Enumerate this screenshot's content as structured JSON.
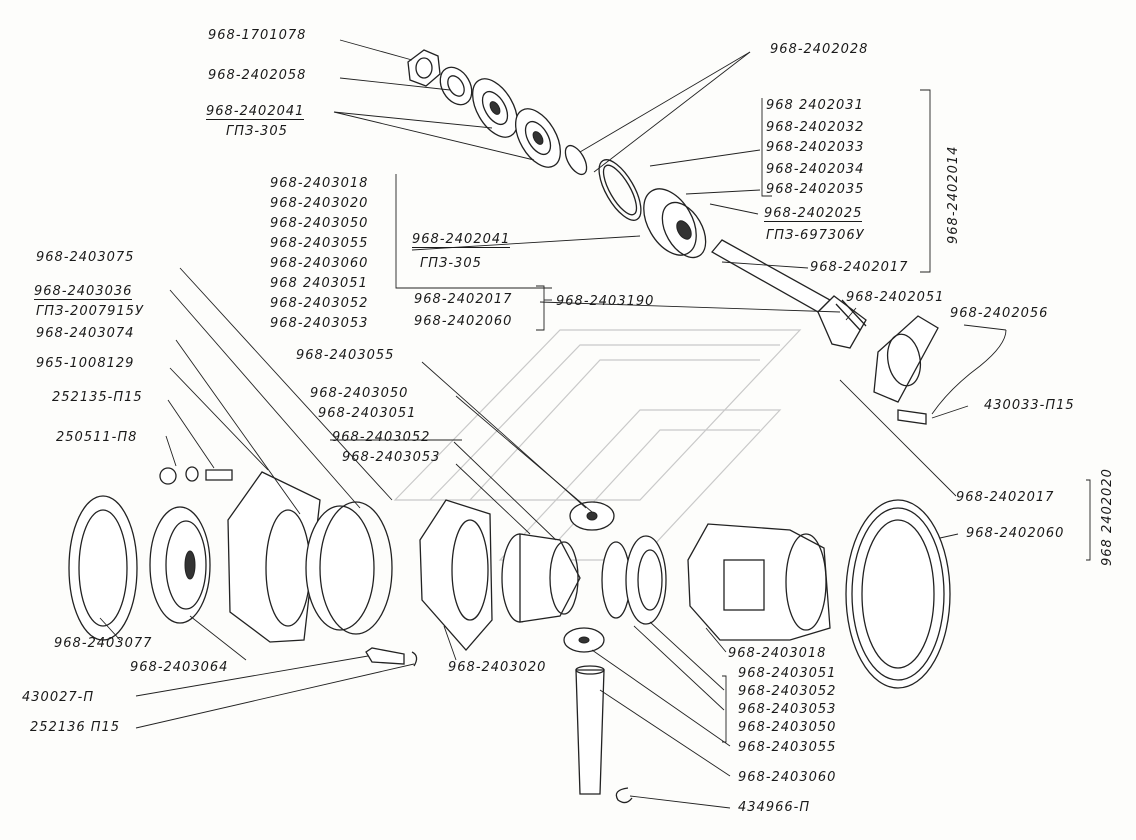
{
  "labels": {
    "l1701078": "968-1701078",
    "l2402058": "968-2402058",
    "l2402041a": "968-2402041",
    "lGPZ305a": "ГПЗ-305",
    "l2402028": "968-2402028",
    "g2402031": "968 2402031",
    "g2402032": "968-2402032",
    "g2402033": "968-2402033",
    "g2402034": "968-2402034",
    "g2402035": "968-2402035",
    "g2402025": "968-2402025",
    "gGPZ697306": "ГПЗ-697306У",
    "g2402017top": "968-2402017",
    "v2402014": "968-2402014",
    "s2403018": "968-2403018",
    "s2403020": "968-2403020",
    "s2403050": "968-2403050",
    "s2403055": "968-2403055",
    "s2403060": "968-2403060",
    "s2403051": "968 2403051",
    "s2403052": "968-2403052",
    "s2403053": "968-2403053",
    "l2402041b": "968-2402041",
    "lGPZ305b": "ГПЗ-305",
    "b2402017": "968-2402017",
    "b2402060": "968-2402060",
    "b2403190": "968-2403190",
    "l2402051": "968-2402051",
    "l2402056": "968-2402056",
    "l430033": "430033-П15",
    "l2403075": "968-2403075",
    "l2403036": "968-2403036",
    "lGPZ2007915": "ГПЗ-2007915У",
    "l2403074": "968-2403074",
    "l1008129": "965-1008129",
    "l252135": "252135-П15",
    "l250511": "250511-П8",
    "m2403055": "968-2403055",
    "m2403050": "968-2403050",
    "m2403051": "968-2403051",
    "m2403052": "968-2403052",
    "m2403053": "968-2403053",
    "r2402017": "968-2402017",
    "r2402060": "968-2402060",
    "v2402020": "968 2402020",
    "l2403077": "968-2403077",
    "l2403064": "968-2403064",
    "l2403020": "968-2403020",
    "l430027": "430027-П",
    "l252136": "252136 П15",
    "k2403018": "968-2403018",
    "k2403051": "968-2403051",
    "k2403052": "968-2403052",
    "k2403053": "968-2403053",
    "k2403050": "968-2403050",
    "k2403055": "968-2403055",
    "l2403060": "968-2403060",
    "l434966": "434966-П"
  }
}
